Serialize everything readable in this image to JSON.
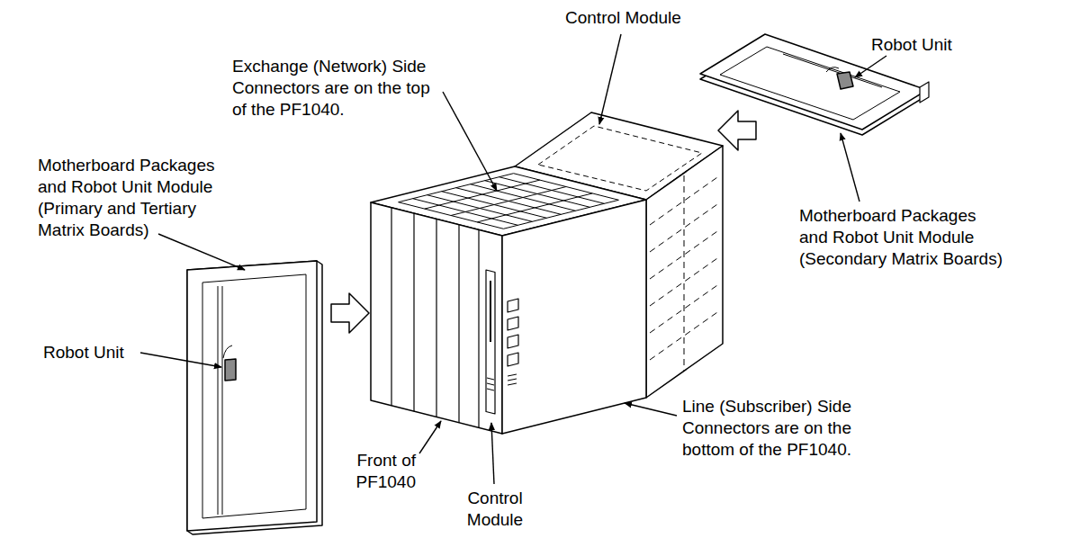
{
  "diagram": {
    "labels": [
      "Control Module",
      "Robot Unit",
      "Exchange (Network) Side Connectors are on the top of the PF1040.",
      "Motherboard Packages and Robot Unit Module (Primary and Tertiary Matrix Boards)",
      "Robot Unit",
      "Motherboard Packages and Robot Unit Module (Secondary Matrix Boards)",
      "Line (Subscriber) Side Connectors are on the bottom of the PF1040.",
      "Front of PF1040",
      "Control Module"
    ]
  }
}
